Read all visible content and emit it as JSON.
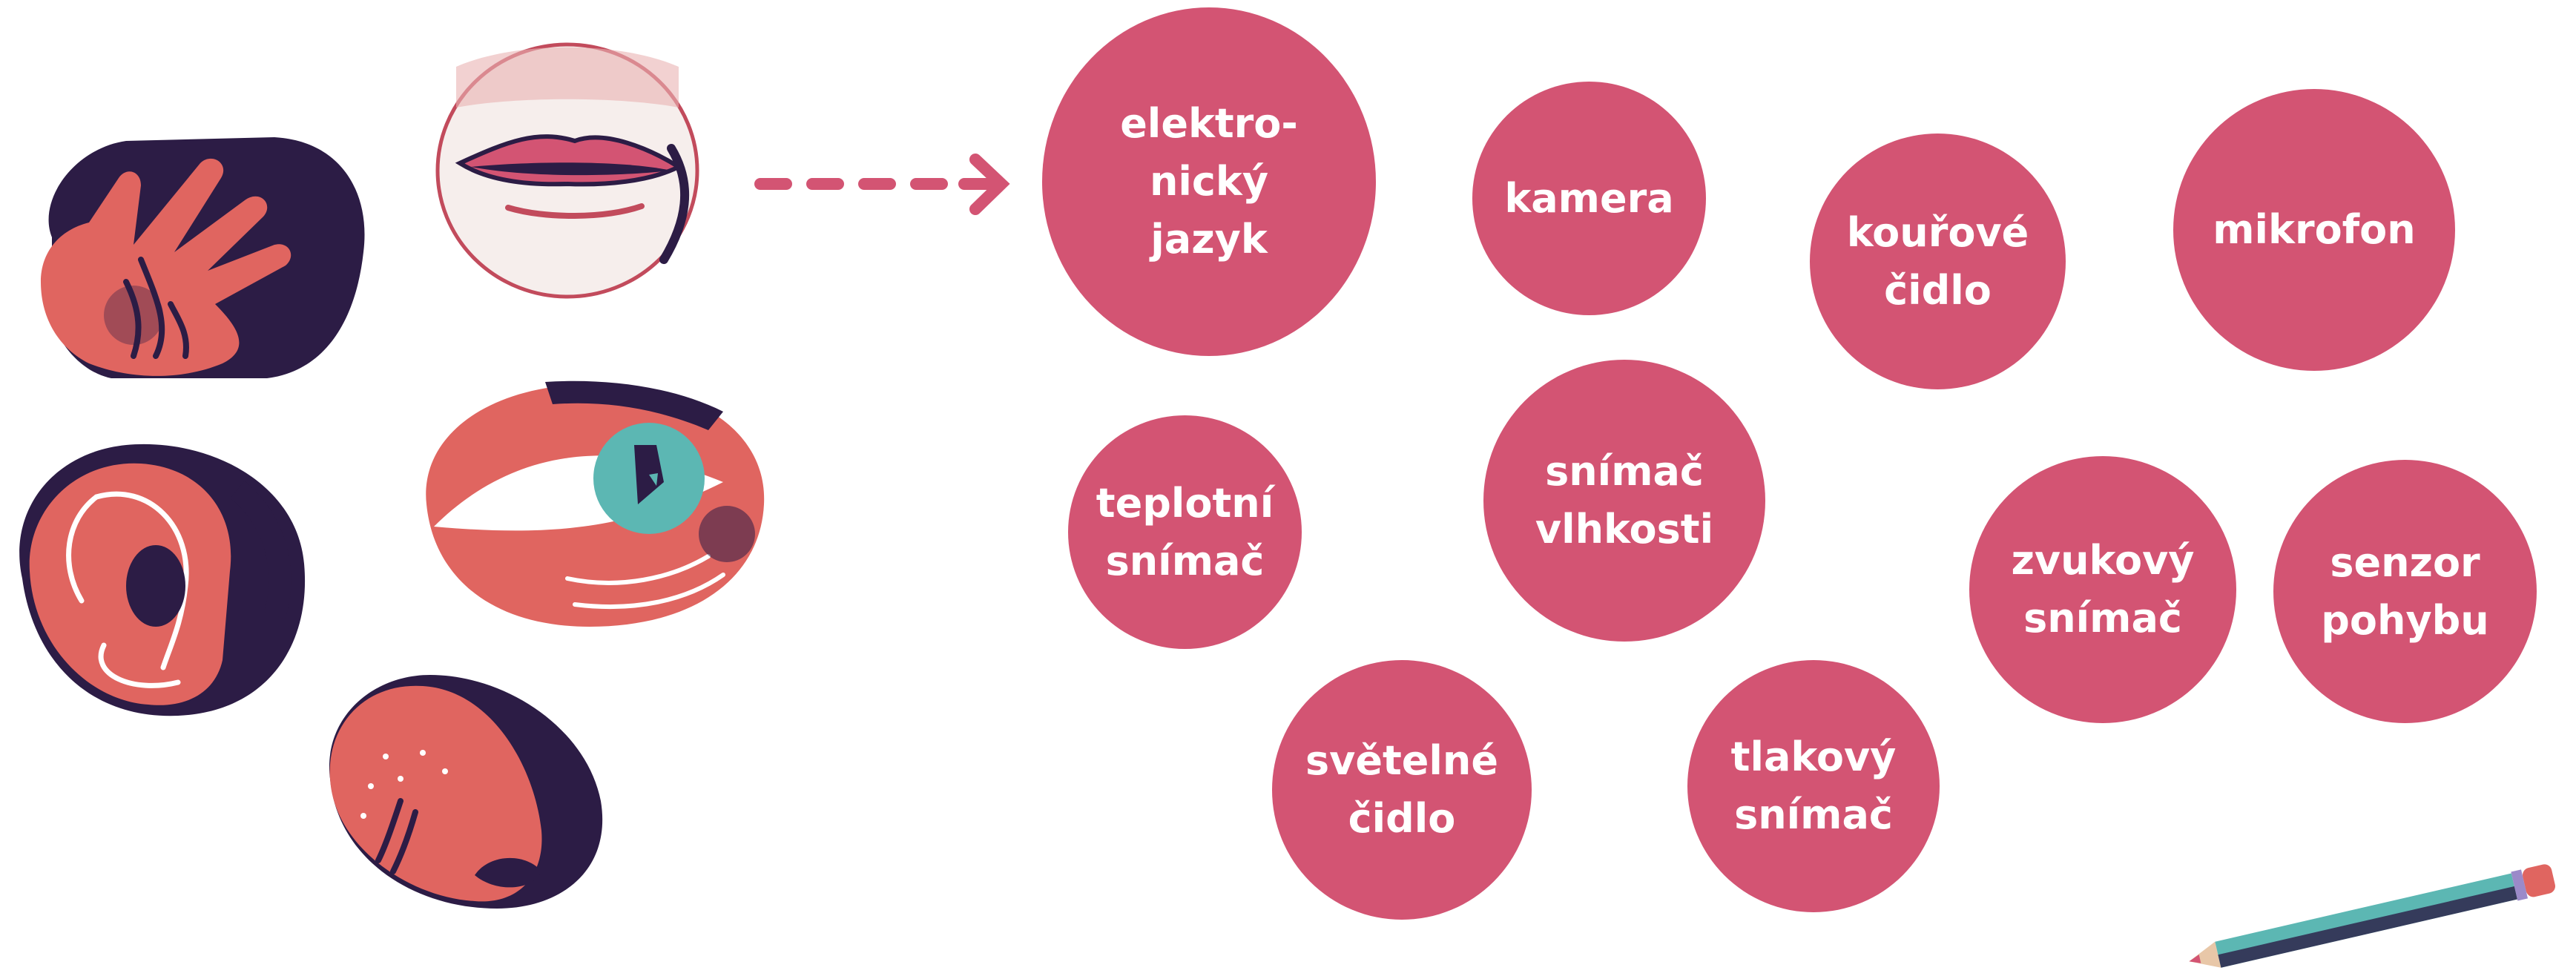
{
  "colors": {
    "bubble": "#d35473",
    "bubble_text": "#ffffff",
    "skin": "#e06560",
    "dark": "#2c1c45",
    "teal": "#5cb7b3",
    "arrow": "#d35473"
  },
  "senses": [
    {
      "id": "hand",
      "icon": "hand-icon"
    },
    {
      "id": "mouth",
      "icon": "mouth-icon"
    },
    {
      "id": "ear",
      "icon": "ear-icon"
    },
    {
      "id": "eye",
      "icon": "eye-icon"
    },
    {
      "id": "nose",
      "icon": "nose-icon"
    }
  ],
  "bubbles": [
    {
      "id": "elektronicky-jazyk",
      "label": "elektro-\nnický\njazyk"
    },
    {
      "id": "kamera",
      "label": "kamera"
    },
    {
      "id": "kourove-cidlo",
      "label": "kouřové\nčidlo"
    },
    {
      "id": "mikrofon",
      "label": "mikrofon"
    },
    {
      "id": "teplotni-snimac",
      "label": "teplotní\nsnímač"
    },
    {
      "id": "snimac-vlhkosti",
      "label": "snímač\nvlhkosti"
    },
    {
      "id": "zvukovy-snimac",
      "label": "zvukový\nsnímač"
    },
    {
      "id": "senzor-pohybu",
      "label": "senzor\npohybu"
    },
    {
      "id": "svetelne-cidlo",
      "label": "světelné\nčidlo"
    },
    {
      "id": "tlakovy-snimac",
      "label": "tlakový\nsnímač"
    }
  ],
  "decoration": {
    "pencil": "pencil-icon",
    "arrow": "dashed-arrow-icon"
  }
}
